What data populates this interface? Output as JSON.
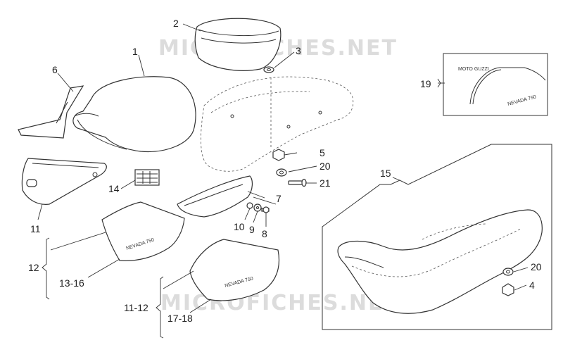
{
  "watermark": {
    "top": "MICROFICHES.NET",
    "bottom": "MICROFICHES.NET"
  },
  "callouts": {
    "c1": "1",
    "c2": "2",
    "c3": "3",
    "c4": "4",
    "c5": "5",
    "c6": "6",
    "c7": "7",
    "c8": "8",
    "c9": "9",
    "c10": "10",
    "c11": "11",
    "c11_12": "11-12",
    "c12": "12",
    "c13_16": "13-16",
    "c14": "14",
    "c15": "15",
    "c17_18": "17-18",
    "c19": "19",
    "c20a": "20",
    "c20b": "20",
    "c21": "21"
  },
  "decals": {
    "nevada_1": "NEVADA 750",
    "nevada_2": "NEVADA 750",
    "nevada_3": "NEVADA 750",
    "brand": "MOTO GUZZI"
  }
}
